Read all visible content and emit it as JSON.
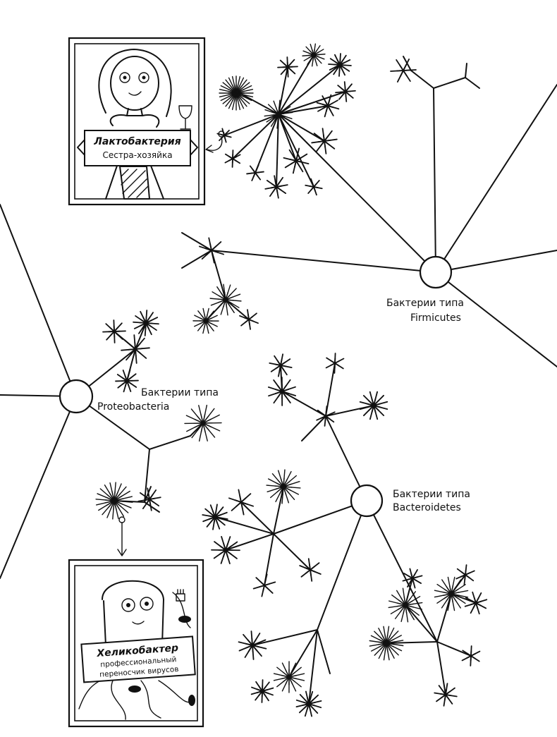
{
  "phyla": [
    {
      "id": "firmicutes",
      "line1": "Бактерии типа",
      "line2": "Firmicutes"
    },
    {
      "id": "proteobacteria",
      "line1": "Бактерии типа",
      "line2": "Proteobacteria"
    },
    {
      "id": "bacteroidetes",
      "line1": "Бактерии типа",
      "line2": "Bacteroidetes"
    }
  ],
  "portraits": {
    "lactobacillus": {
      "name": "Лактобактерия",
      "subtitle": "Сестра-хозяйка"
    },
    "helicobacter": {
      "name": "Хеликобактер",
      "subtitle_line1": "профессиональный",
      "subtitle_line2": "переносчик вирусов"
    }
  }
}
